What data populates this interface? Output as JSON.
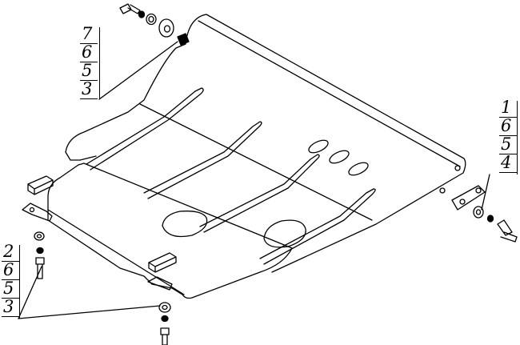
{
  "callouts": {
    "top_left": [
      "7",
      "6",
      "5",
      "3"
    ],
    "right": [
      "1",
      "6",
      "5",
      "4"
    ],
    "bottom_left": [
      "2",
      "6",
      "5",
      "3"
    ]
  }
}
